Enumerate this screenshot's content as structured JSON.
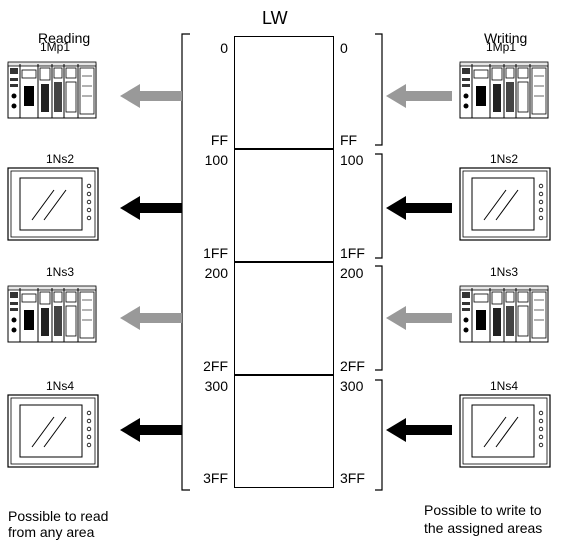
{
  "title": "LW",
  "headings": {
    "reading": "Reading",
    "writing": "Writing"
  },
  "devices": [
    {
      "name": "1Mp1",
      "type": "plc-icon",
      "arrow_color": "#999999"
    },
    {
      "name": "1Ns2",
      "type": "touch-panel-icon",
      "arrow_color": "#000000"
    },
    {
      "name": "1Ns3",
      "type": "plc-icon",
      "arrow_color": "#999999"
    },
    {
      "name": "1Ns4",
      "type": "touch-panel-icon",
      "arrow_color": "#000000"
    }
  ],
  "areas": [
    {
      "start": "0",
      "end": "FF"
    },
    {
      "start": "100",
      "end": "1FF"
    },
    {
      "start": "200",
      "end": "2FF"
    },
    {
      "start": "300",
      "end": "3FF"
    }
  ],
  "notes": {
    "read_line1": "Possible to read",
    "read_line2": "from any area",
    "write_line1": "Possible to write to",
    "write_line2": "the assigned areas"
  }
}
